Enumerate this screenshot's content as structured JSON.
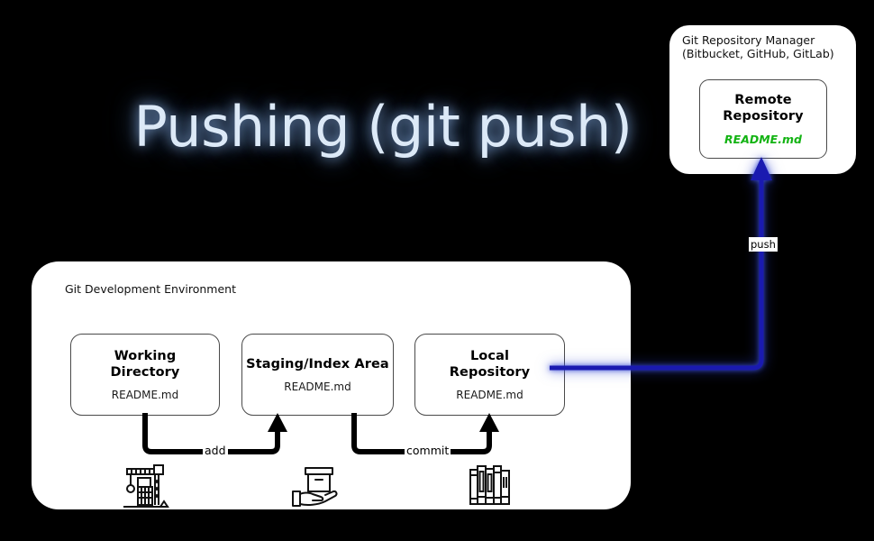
{
  "slide": {
    "title": "Pushing (git push)",
    "background_color": "#000000",
    "title_color": "#dce9f7"
  },
  "dev_environment": {
    "label": "Git Development Environment",
    "boxes": [
      {
        "name": "working-directory",
        "title": "Working\nDirectory",
        "file": "README.md",
        "file_color": "#1a1a1a"
      },
      {
        "name": "staging-index-area",
        "title": "Staging/Index Area",
        "file": "README.md",
        "file_color": "#1a1a1a"
      },
      {
        "name": "local-repository",
        "title": "Local\nRepository",
        "file": "README.md",
        "file_color": "#1a1a1a"
      }
    ],
    "icons": [
      {
        "name": "crane-icon",
        "depicts": "construction-crane"
      },
      {
        "name": "hand-package-icon",
        "depicts": "hand-holding-box"
      },
      {
        "name": "books-icon",
        "depicts": "row-of-books"
      }
    ]
  },
  "repository_manager": {
    "label": "Git Repository Manager\n(Bitbucket, GitHub, GitLab)",
    "remote_box": {
      "title": "Remote\nRepository",
      "file": "README.md",
      "file_color": "#13b313"
    }
  },
  "flows": [
    {
      "name": "add-flow",
      "label": "add",
      "from": "working-directory",
      "to": "staging-index-area",
      "color": "#000000"
    },
    {
      "name": "commit-flow",
      "label": "commit",
      "from": "staging-index-area",
      "to": "local-repository",
      "color": "#000000"
    },
    {
      "name": "push-flow",
      "label": "push",
      "from": "local-repository",
      "to": "remote-repository",
      "color": "#1a1ab0"
    }
  ]
}
